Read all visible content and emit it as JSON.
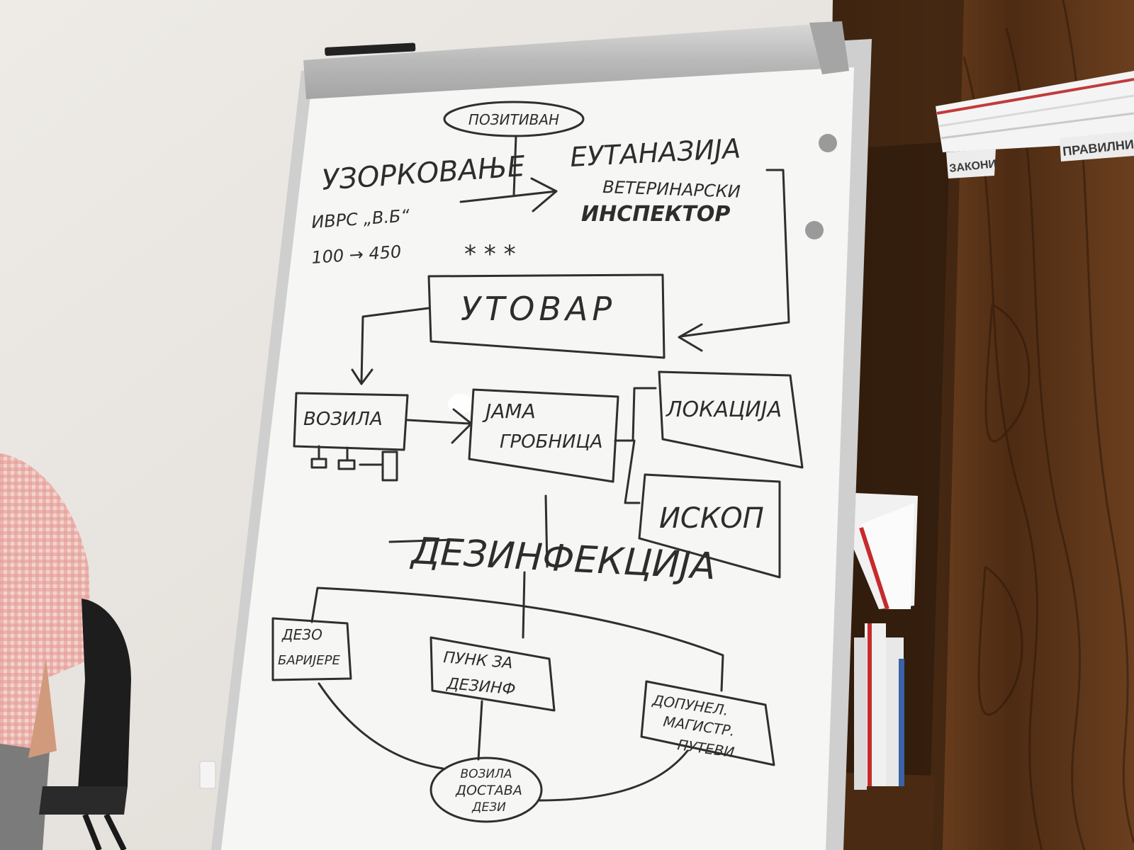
{
  "board": {
    "positivan": "ПОЗИТИВАН",
    "uzorkovanje": "УЗОРКОВАЊЕ",
    "ivrs": "ИВРС „В.Б“",
    "range": "100 → 450",
    "eutanazija": "ЕУТАНАЗИЈА",
    "veterinarski": "ВЕТЕРИНАРСКИ",
    "inspektor": "ИНСПЕКТОР",
    "stars": "*    *    *",
    "utovar": "УТОВАР",
    "vozila": "ВОЗИЛА",
    "jama": "ЈАМА",
    "trobnica": "ГРОБНИЦА",
    "lokacija": "ЛОКАЦИЈА",
    "iskop": "ИСКОП",
    "dezinfekcija": "ДЕЗИНФЕКЦИЈА",
    "dezo_line1": "ДЕЗО",
    "dezo_line2": "БАРИЈЕРЕ",
    "punkt_line1": "ПУНК ЗА",
    "punkt_line2": "ДЕЗИНФ",
    "dopunski_line1": "ДОПУНЕЛ.",
    "dopunski_line2": "МАГИСТР.",
    "dopunski_line3": "ПУТЕВИ",
    "vozila_bottom_line1": "ВОЗИЛА",
    "vozila_bottom_line2": "ДОСТАВА",
    "vozila_bottom_line3": "ДЕЗИ"
  },
  "shelf": {
    "binder_1": "ЗАКОНИ",
    "binder_2": "ПРАВИЛНИ"
  },
  "colors": {
    "wall": "#e9e6e1",
    "board": "#f6f6f4",
    "frame": "#c9c9c9",
    "ink": "#2f2f2f",
    "wood": "#5a3418",
    "shirt": "#e7a9a2"
  }
}
